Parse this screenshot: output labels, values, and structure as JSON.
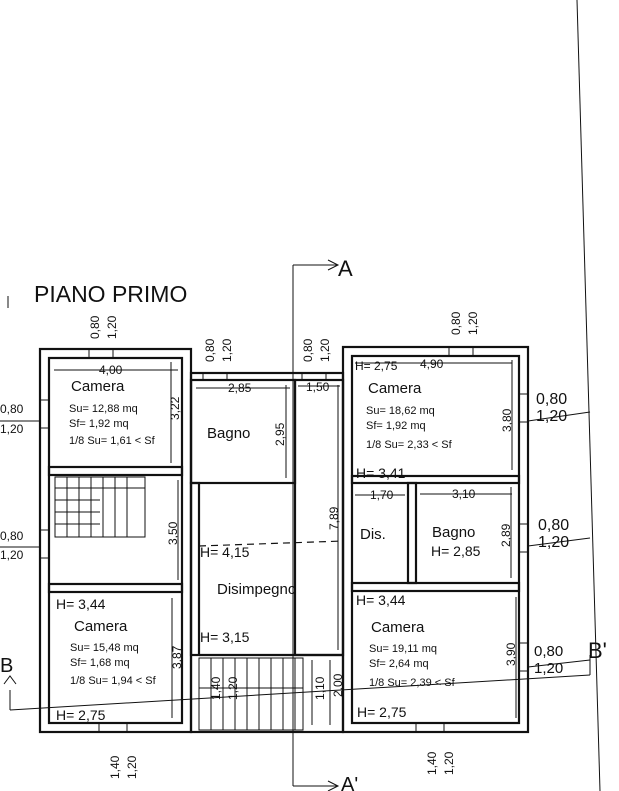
{
  "title": "PIANO PRIMO",
  "section_marks": {
    "a_top": "A",
    "a_bottom": "A'",
    "b_left": "B",
    "b_right": "B'"
  },
  "rooms": {
    "camera_nw": {
      "name": "Camera",
      "su": "Su= 12,88 mq",
      "sf": "Sf= 1,92 mq",
      "ratio": "1/8 Su= 1,61 < Sf"
    },
    "camera_sw": {
      "name": "Camera",
      "h": "H= 3,44",
      "su": "Su= 15,48 mq",
      "sf": "Sf= 1,68 mq",
      "ratio": "1/8 Su= 1,94 < Sf",
      "h_bottom": "H= 2,75"
    },
    "bagno_w": {
      "name": "Bagno"
    },
    "disimpegno": {
      "name": "Disimpegno",
      "h_top": "H= 4,15",
      "h_bottom": "H= 3,15"
    },
    "camera_ne": {
      "name": "Camera",
      "h_top": "H= 2,75",
      "su": "Su= 18,62 mq",
      "sf": "Sf= 1,92 mq",
      "ratio": "1/8 Su= 2,33 < Sf",
      "h_bottom": "H= 3,41"
    },
    "dis": {
      "name": "Dis."
    },
    "bagno_e": {
      "name": "Bagno",
      "h": "H= 2,85"
    },
    "camera_se": {
      "name": "Camera",
      "h": "H= 3,44",
      "su": "Su= 19,11 mq",
      "sf": "Sf= 2,64 mq",
      "ratio": "1/8 Su= 2,39 < Sf",
      "h_bottom": "H= 2,75"
    }
  },
  "dims": {
    "w_4_00": "4,00",
    "h_3_22": "3,22",
    "h_3_50": "3,50",
    "h_3_87": "3,87",
    "w_2_85": "2,85",
    "h_2_95": "2,95",
    "w_1_50": "1,50",
    "h_7_89": "7,89",
    "w_4_90": "4,90",
    "h_3_80": "3,80",
    "w_1_70": "1,70",
    "w_3_10": "3,10",
    "h_2_89": "2,89",
    "h_3_90": "3,90",
    "w_1_10": "1,10",
    "w_2_00": "2,00"
  },
  "openings": {
    "n1_w": "0,80",
    "n1_h": "1,20",
    "n2_w": "0,80",
    "n2_h": "1,20",
    "n3_w": "0,80",
    "n3_h": "1,20",
    "n4_w": "0,80",
    "n4_h": "1,20",
    "w1_w": "0,80",
    "w1_h": "1,20",
    "w2_w": "0,80",
    "w2_h": "1,20",
    "e1_w": "0,80",
    "e1_h": "1,20",
    "e2_w": "0,80",
    "e2_h": "1,20",
    "e3_w": "0,80",
    "e3_h": "1,20",
    "s1_w": "1,40",
    "s1_h": "1,20",
    "s2_w": "1,40",
    "s2_h": "1,20",
    "st_w": "1,40",
    "st_h": "1,20"
  }
}
